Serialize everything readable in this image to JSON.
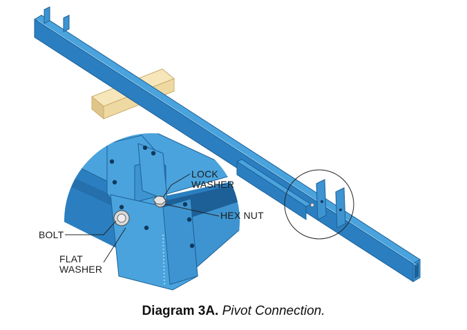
{
  "labels": {
    "lock": "LOCK",
    "washer": "WASHER",
    "hex_nut": "HEX NUT",
    "bolt": "BOLT",
    "flat": "FLAT",
    "flat_washer": "WASHER"
  },
  "caption": {
    "bold": "Diagram 3A.",
    "italic": "Pivot Connection."
  },
  "colors": {
    "steel_top": "#4aa3dc",
    "steel_side": "#2b7fc0",
    "steel_dark": "#1d5f97",
    "wood": "#efd9a3"
  }
}
